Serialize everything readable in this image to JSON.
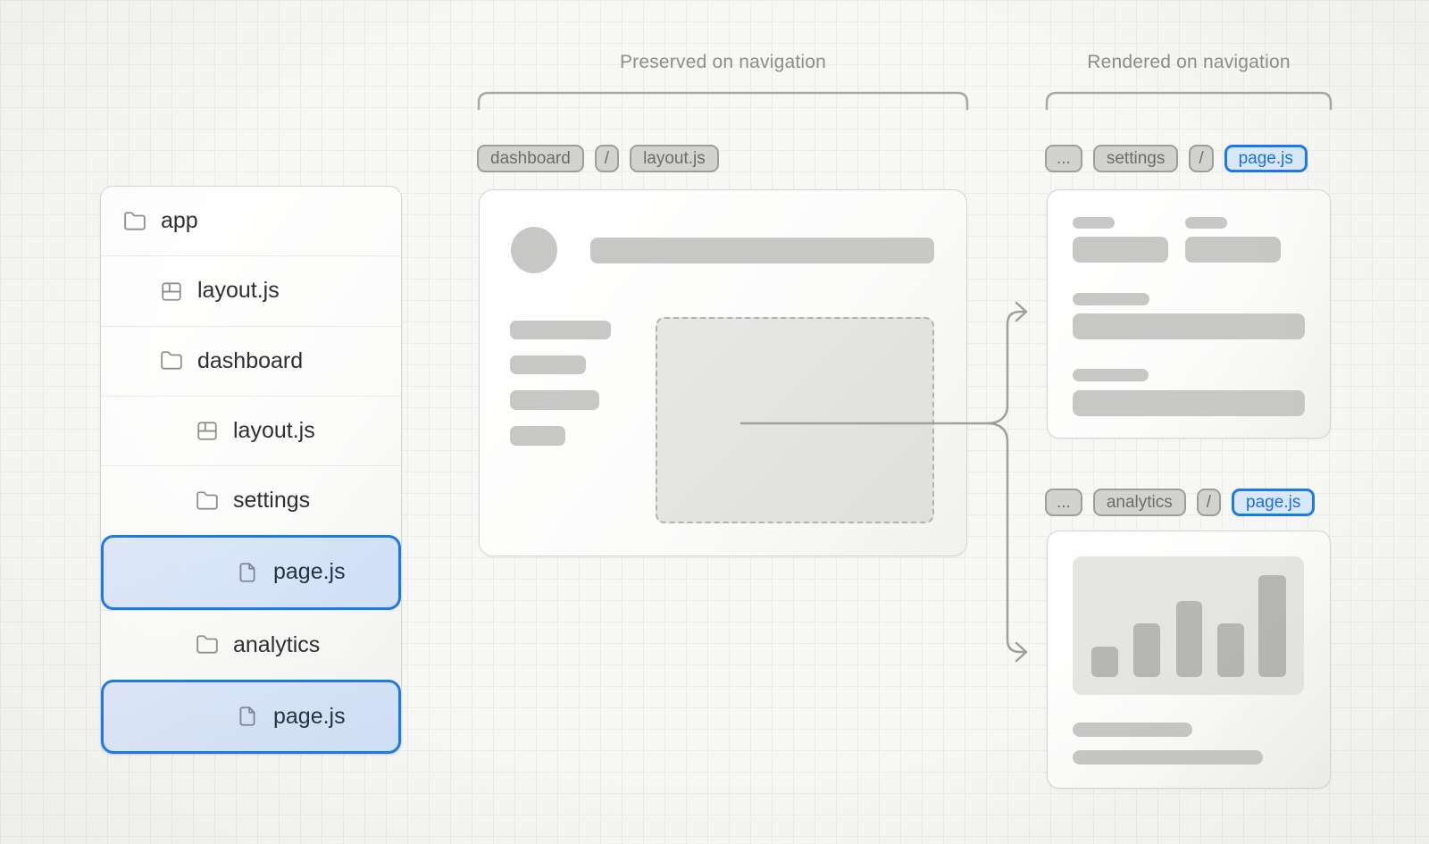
{
  "section_labels": {
    "preserved": "Preserved on navigation",
    "rendered": "Rendered on navigation"
  },
  "file_tree": {
    "items": [
      {
        "label": "app",
        "icon": "folder-icon",
        "level": 0,
        "selected": false
      },
      {
        "label": "layout.js",
        "icon": "layout-icon",
        "level": 1,
        "selected": false
      },
      {
        "label": "dashboard",
        "icon": "folder-icon",
        "level": 1,
        "selected": false
      },
      {
        "label": "layout.js",
        "icon": "layout-icon",
        "level": 2,
        "selected": false
      },
      {
        "label": "settings",
        "icon": "folder-icon",
        "level": 2,
        "selected": false
      },
      {
        "label": "page.js",
        "icon": "file-icon",
        "level": 3,
        "selected": true
      },
      {
        "label": "analytics",
        "icon": "folder-icon",
        "level": 2,
        "selected": false
      },
      {
        "label": "page.js",
        "icon": "file-icon",
        "level": 3,
        "selected": true
      }
    ]
  },
  "breadcrumbs": {
    "dashboard_layout": [
      "dashboard",
      "/",
      "layout.js"
    ],
    "settings_page": [
      "...",
      "settings",
      "/",
      "page.js"
    ],
    "analytics_page": [
      "...",
      "analytics",
      "/",
      "page.js"
    ]
  },
  "colors": {
    "accent_blue": "#1c79e8",
    "chip_blue_bg": "#d9e9fd",
    "chip_gray_bg": "#d2d2d0",
    "skeleton_gray": "#c7c7c5",
    "stroke_gray": "#9f9f9d",
    "background": "#f7f7f5"
  }
}
